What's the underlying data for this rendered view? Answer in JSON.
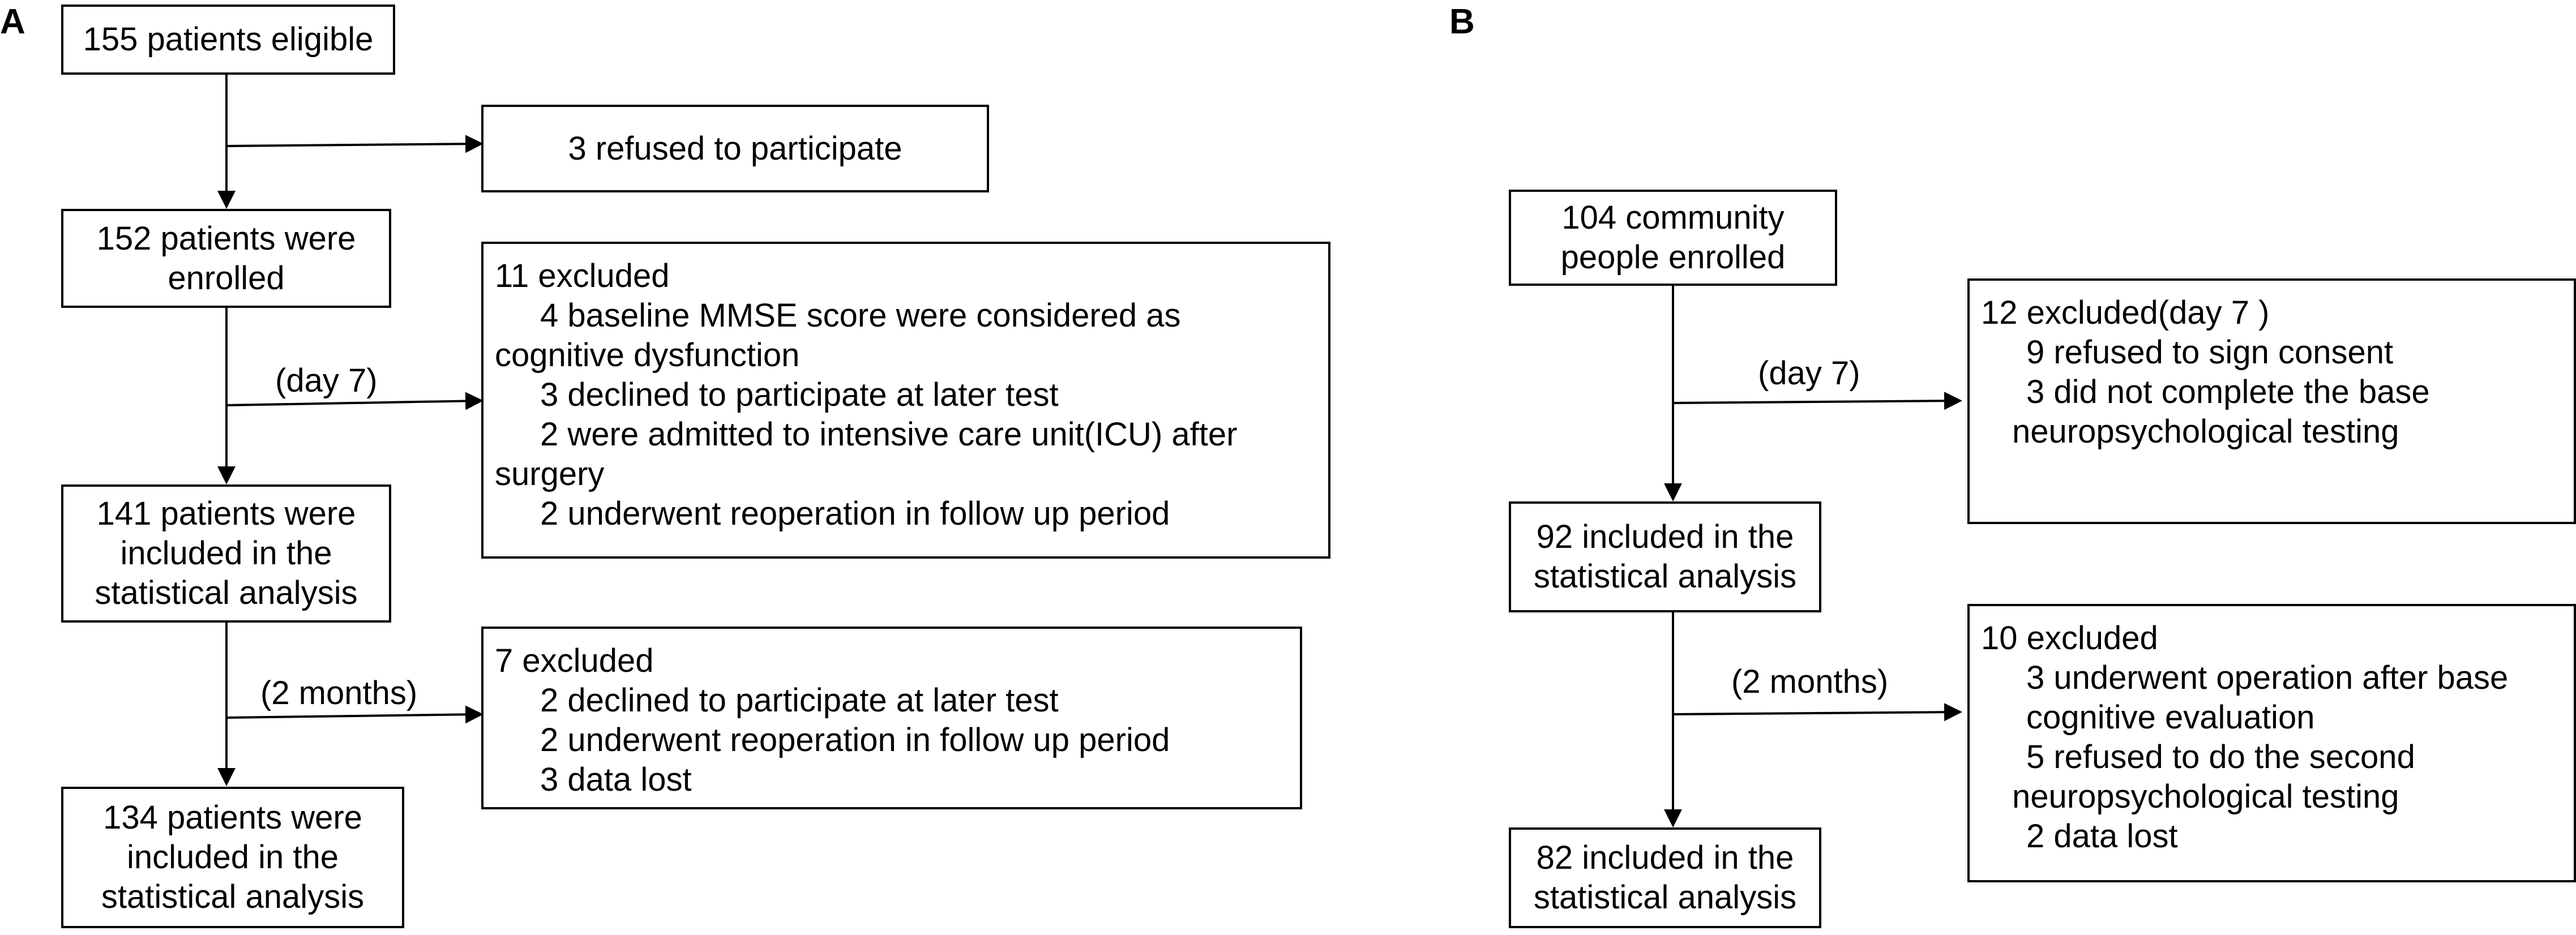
{
  "panel_a": {
    "letter": "A",
    "eligible": "155 patients eligible",
    "refused": "3 refused to participate",
    "enrolled": [
      "152 patients were",
      "enrolled"
    ],
    "arrow1_label": "(day 7)",
    "excluded1": {
      "title": "11 excluded",
      "l1": "4 baseline MMSE score were considered as",
      "l2": "cognitive dysfunction",
      "l3": "3 declined to participate at later test",
      "l4": "2 were admitted to intensive care unit(ICU) after",
      "l5": "surgery",
      "l6": "2 underwent reoperation in follow up period"
    },
    "included1": [
      "141 patients were",
      "included in the",
      "statistical analysis"
    ],
    "arrow2_label": "(2 months)",
    "excluded2": {
      "title": "7 excluded",
      "l1": "2 declined to participate at later test",
      "l2": "2 underwent reoperation in follow up period",
      "l3": "3 data lost"
    },
    "included2": [
      "134 patients were",
      "included in the",
      "statistical analysis"
    ]
  },
  "panel_b": {
    "letter": "B",
    "enrolled": [
      "104 community",
      "people enrolled"
    ],
    "arrow1_label": "(day 7)",
    "excluded1": {
      "title": "12 excluded(day 7 )",
      "l1": "9 refused to sign consent",
      "l2": "3 did not complete the base",
      "l3": "neuropsychological testing"
    },
    "included1": [
      "92 included in the",
      "statistical analysis"
    ],
    "arrow2_label": "(2 months)",
    "excluded2": {
      "title": "10 excluded",
      "l1": "3 underwent operation after base",
      "l2": "cognitive evaluation",
      "l3": "5 refused to do the second",
      "l4": "neuropsychological testing",
      "l5": "2 data lost"
    },
    "included2": [
      "82 included in the",
      "statistical analysis"
    ]
  }
}
